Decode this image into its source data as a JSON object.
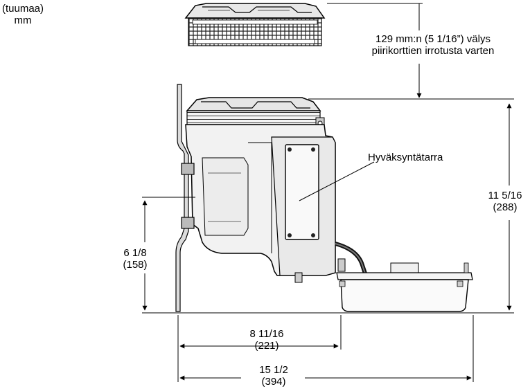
{
  "units": {
    "inches": "(tuumaa)",
    "mm": "mm"
  },
  "clearance": {
    "line1": "129 mm:n (5 1/16”) välys",
    "line2": "piirikorttien irrotusta varten"
  },
  "callout": {
    "label": "Hyväksyntätarra"
  },
  "dimensions": {
    "height_total": {
      "inches": "11 5/16",
      "mm": "(288)"
    },
    "mount_height": {
      "inches": "6 1/8",
      "mm": "(158)"
    },
    "depth_to_tank": {
      "inches": "8 11/16",
      "mm": "(221)"
    },
    "depth_total": {
      "inches": "15 1/2",
      "mm": "(394)"
    }
  }
}
